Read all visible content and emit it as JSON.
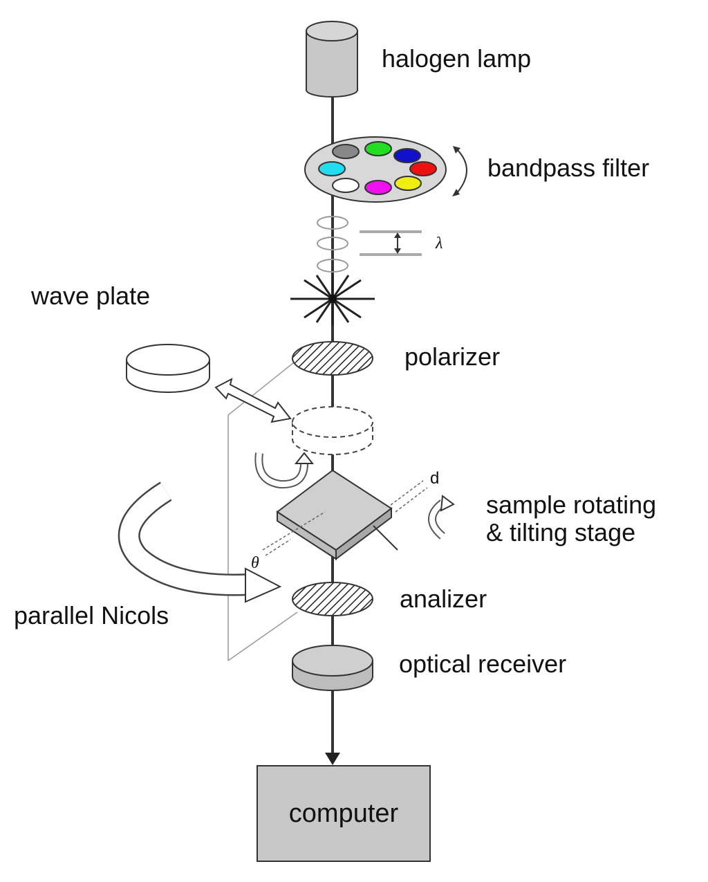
{
  "labels": {
    "halogen_lamp": "halogen lamp",
    "bandpass_filter": "bandpass filter",
    "lambda": "λ",
    "wave_plate": "wave plate",
    "polarizer": "polarizer",
    "d": "d",
    "sample_stage_line1": "sample rotating",
    "sample_stage_line2": "& tilting stage",
    "theta": "θ",
    "analizer": "analizer",
    "parallel_nicols": "parallel Nicols",
    "optical_receiver": "optical receiver",
    "computer": "computer"
  },
  "filter_colors": [
    "#888888",
    "#22dd22",
    "#1111cc",
    "#ee1111",
    "#eeee11",
    "#ee11ee",
    "#ffffff",
    "#22ddee"
  ],
  "colors": {
    "lamp_fill": "#c8c8c8",
    "stage_fill": "#cfcfcf",
    "computer_fill": "#c8c8c8",
    "filter_disc_fill": "#d8d8d8",
    "beam": "#333333"
  }
}
